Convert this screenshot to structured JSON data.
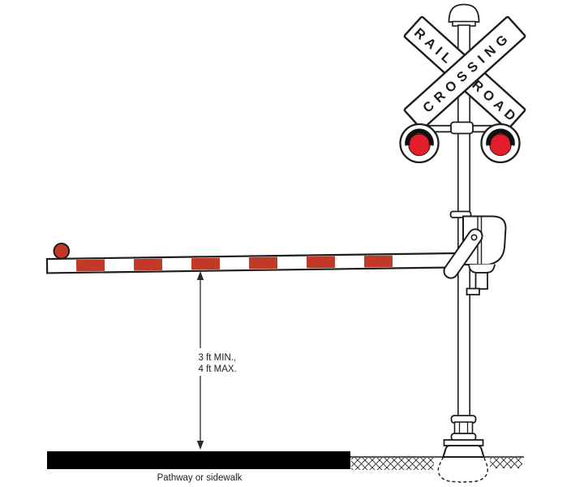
{
  "diagram": {
    "crossbuck": {
      "descending_word_part1": "RAIL",
      "descending_word_part2": "ROAD",
      "ascending_word": "CROSSING"
    },
    "dimension": {
      "line1": "3 ft MIN.,",
      "line2": "4 ft MAX."
    },
    "ground": {
      "pathway_label": "Pathway or sidewalk"
    },
    "colors": {
      "stripe_red": "#c33928",
      "lens_red": "#e31d2c",
      "ink": "#1d1d1b",
      "pathway_black": "#000000"
    }
  }
}
